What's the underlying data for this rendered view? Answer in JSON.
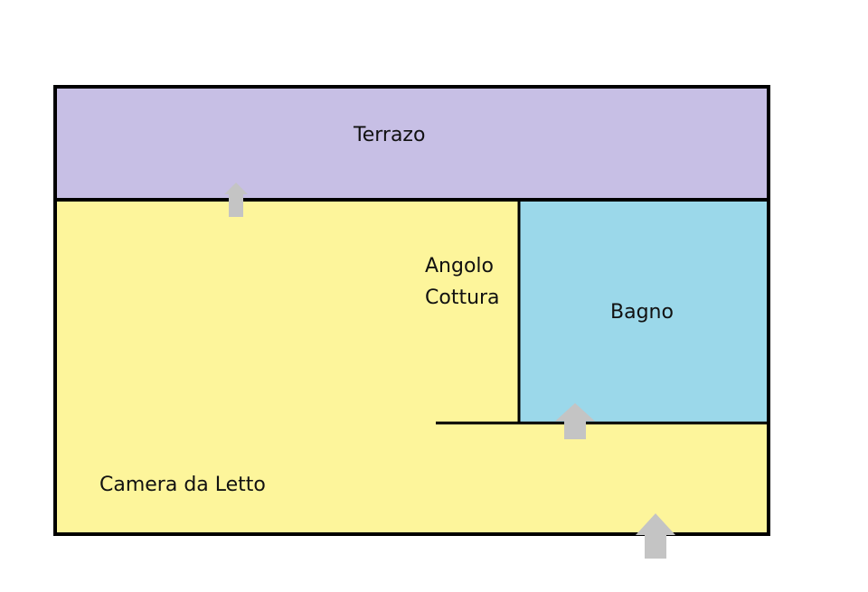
{
  "floorplan": {
    "rooms": [
      {
        "id": "terrazo",
        "label": "Terrazo",
        "color": "#c7bfe5"
      },
      {
        "id": "camera",
        "label": "Camera da Letto",
        "color": "#fdf59b"
      },
      {
        "id": "angolo",
        "label_line1": "Angolo",
        "label_line2": "Cottura",
        "color": "#fdf59b"
      },
      {
        "id": "bagno",
        "label": "Bagno",
        "color": "#9bd8ea"
      }
    ],
    "wall_color": "#000000",
    "arrow_color": "#c4c4c4",
    "arrows": [
      {
        "name": "entry-terrazo",
        "direction": "up"
      },
      {
        "name": "entry-bagno",
        "direction": "up"
      },
      {
        "name": "main-entrance",
        "direction": "up"
      }
    ]
  }
}
